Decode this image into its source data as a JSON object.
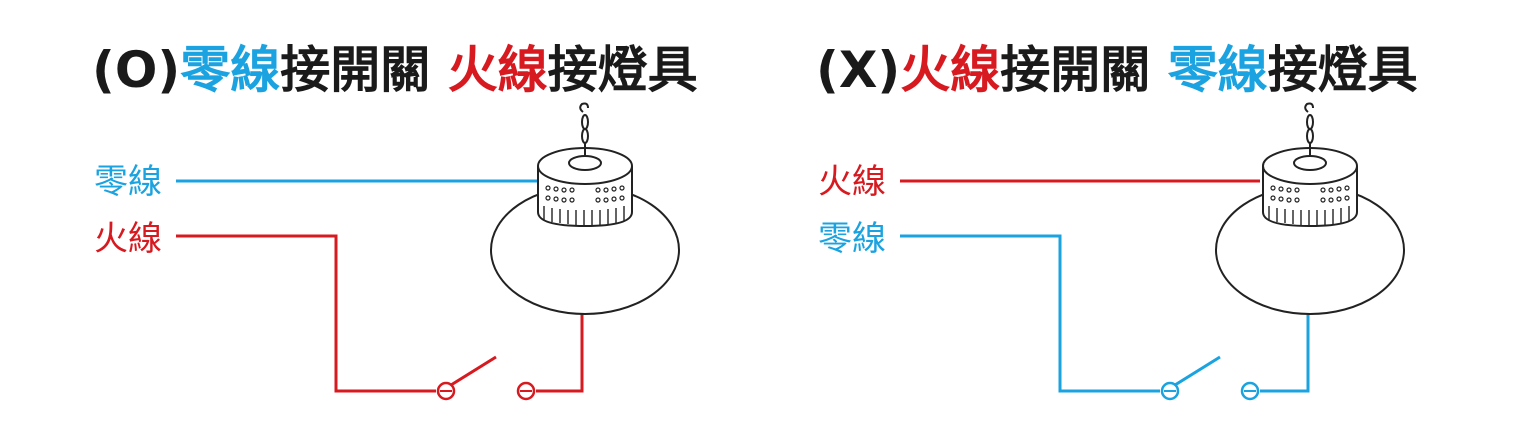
{
  "colors": {
    "neutral": "#1aa3e0",
    "live": "#d71920",
    "text": "#1a1a1a",
    "outline": "#222222"
  },
  "left": {
    "title": {
      "prefix": "(O)",
      "part1": "零線",
      "mid": "接開關 ",
      "part2": "火線",
      "suffix": "接燈具"
    },
    "labels": {
      "upper": "零線",
      "lower": "火線"
    }
  },
  "right": {
    "title": {
      "prefix": "(X)",
      "part1": "火線",
      "mid": "接開關 ",
      "part2": "零線",
      "suffix": "接燈具"
    },
    "labels": {
      "upper": "火線",
      "lower": "零線"
    }
  },
  "icons": [
    "pendant-lamp-icon",
    "switch-icon"
  ]
}
